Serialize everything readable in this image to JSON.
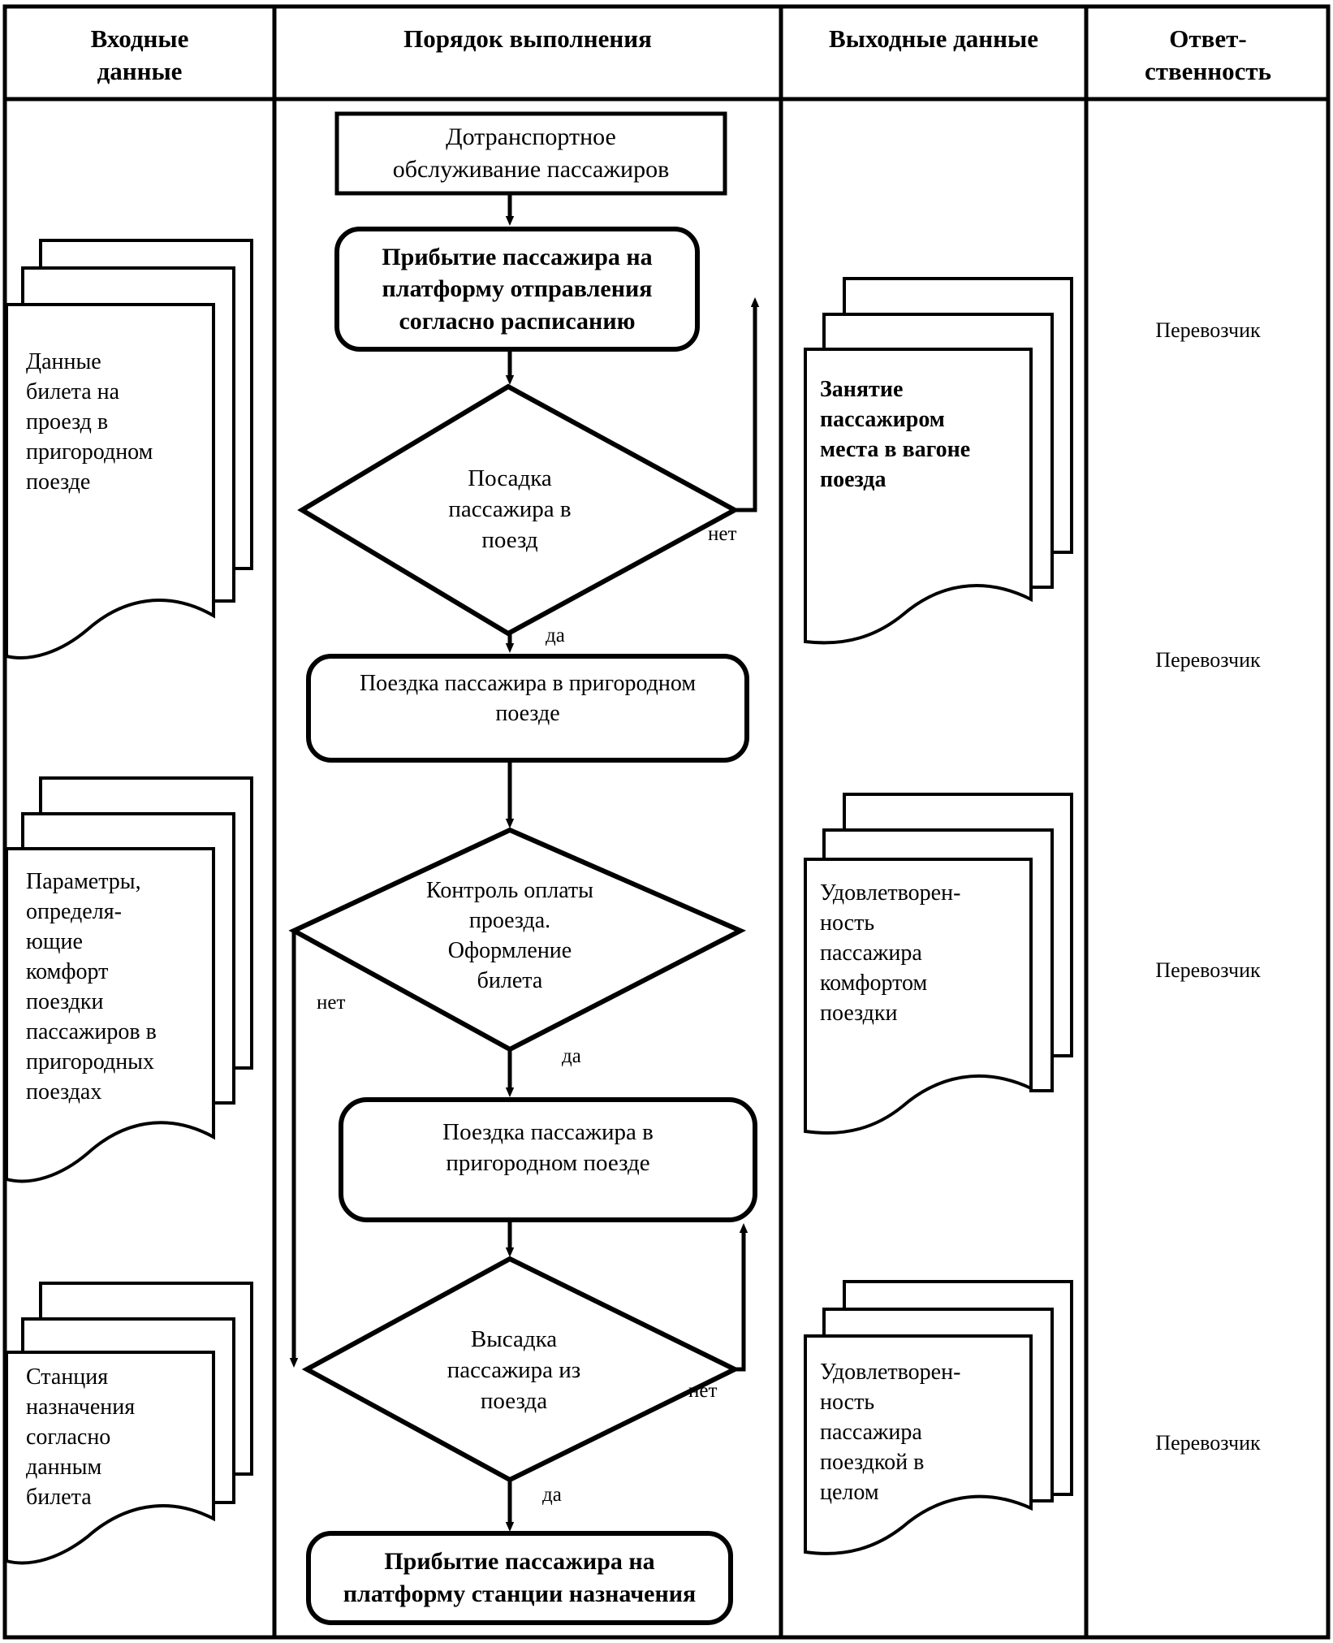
{
  "table": {
    "headers": [
      {
        "id": "input-data",
        "label": "Входные\nданные"
      },
      {
        "id": "procedure",
        "label": "Порядок выполнения"
      },
      {
        "id": "output-data",
        "label": "Выходные данные"
      },
      {
        "id": "responsibility",
        "label": "Ответ-\nственность"
      }
    ]
  },
  "input_documents": [
    {
      "id": "doc-ticket-data",
      "text": "Данные\nбилета на\nпроезд в\nпригородном\nпоезде"
    },
    {
      "id": "doc-comfort-params",
      "text": "Параметры,\nопределя-\nющие\nкомфорт\nпоездки\nпассажиров  в\nпригородных\nпоездах"
    },
    {
      "id": "doc-destination-station",
      "text": "Станция\nназначения\nсогласно\nданным\nбилета"
    }
  ],
  "output_documents": [
    {
      "id": "doc-seat-occupied",
      "text": "Занятие\nпассажиром\nместа  в  вагоне\nпоезда"
    },
    {
      "id": "doc-comfort-satisfaction",
      "text": "Удовлетворен-\nность\nпассажира\nкомфортом\nпоездки"
    },
    {
      "id": "doc-overall-satisfaction",
      "text": "Удовлетворен-\nность\nпассажира\nпоездкой в\nцелом"
    }
  ],
  "responsibilities": [
    {
      "id": "resp-1",
      "label": "Перевозчик"
    },
    {
      "id": "resp-2",
      "label": "Перевозчик"
    },
    {
      "id": "resp-3",
      "label": "Перевозчик"
    },
    {
      "id": "resp-4",
      "label": "Перевозчик"
    }
  ],
  "flow_nodes": [
    {
      "id": "node-pretransport-service",
      "shape": "rect",
      "text": "Дотранспортное\nобслуживание пассажиров"
    },
    {
      "id": "node-arrival-departure-platform",
      "shape": "rounded",
      "text": "Прибытие пассажира на\nплатформу отправления\nсогласно расписанию"
    },
    {
      "id": "decision-boarding",
      "shape": "diamond",
      "text": "Посадка\nпассажира в\nпоезд"
    },
    {
      "id": "node-trip-1",
      "shape": "rounded",
      "text": "Поездка пассажира в пригородном\nпоезде"
    },
    {
      "id": "decision-fare-control",
      "shape": "diamond",
      "text": "Контроль оплаты\nпроезда.\nОформление\nбилета"
    },
    {
      "id": "node-trip-2",
      "shape": "rounded",
      "text": "Поездка пассажира в\nпригородном поезде"
    },
    {
      "id": "decision-alighting",
      "shape": "diamond",
      "text": "Высадка\nпассажира из\nпоезда"
    },
    {
      "id": "node-arrival-destination-platform",
      "shape": "rounded",
      "text": "Прибытие пассажира на\nплатформу станции назначения"
    }
  ],
  "edge_labels": [
    {
      "id": "edge-boarding-no",
      "text": "нет"
    },
    {
      "id": "edge-boarding-yes",
      "text": "да"
    },
    {
      "id": "edge-fare-no",
      "text": "нет"
    },
    {
      "id": "edge-fare-yes",
      "text": "да"
    },
    {
      "id": "edge-alighting-no",
      "text": "нет"
    },
    {
      "id": "edge-alighting-yes",
      "text": "да"
    }
  ],
  "colors": {
    "stroke": "#000000",
    "background": "#ffffff",
    "text": "#000000"
  }
}
